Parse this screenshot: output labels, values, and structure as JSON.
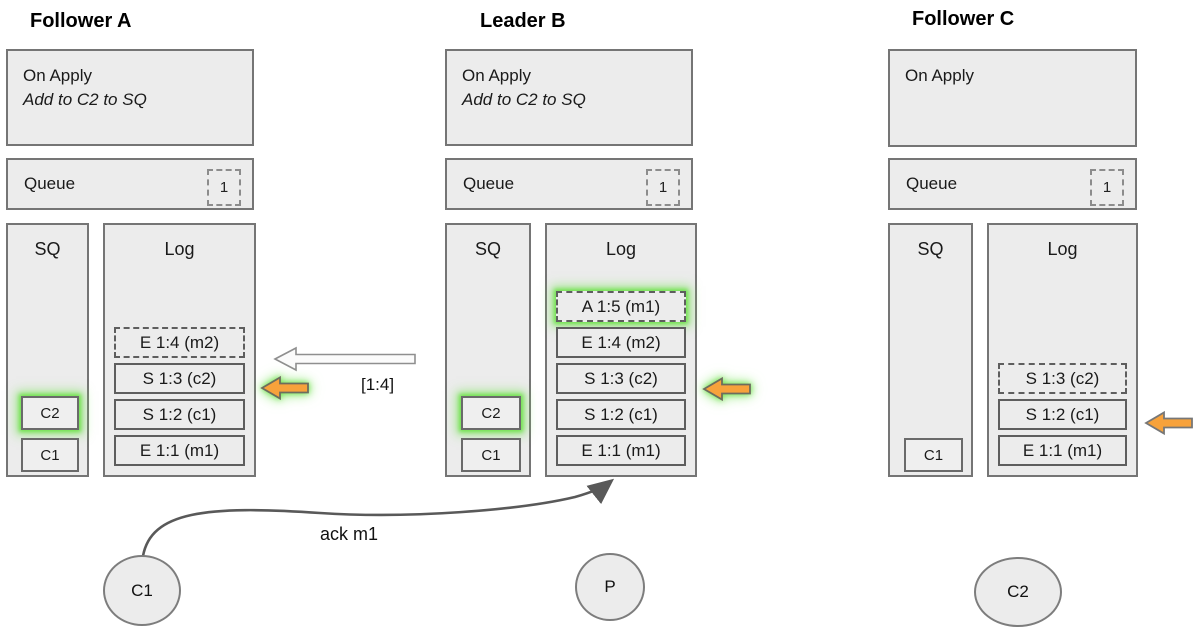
{
  "colors": {
    "box_fill": "#ececec",
    "box_border": "#757575",
    "entry_border": "#5e5e5e",
    "highlight_green": "#6ee24a",
    "arrow_orange": "#f7a23b",
    "arrow_outline": "#6d6d5d",
    "replicate_arrow_fill": "#fbfbfb",
    "ack_arrow_gray": "#595959"
  },
  "nodes": [
    {
      "title": "Follower A",
      "on_apply": {
        "line1": "On Apply",
        "line2": "Add to C2 to SQ"
      },
      "queue": {
        "label": "Queue",
        "count": "1"
      },
      "sq": {
        "label": "SQ",
        "items": [
          {
            "label": "C2",
            "highlight": true
          },
          {
            "label": "C1",
            "highlight": false
          }
        ]
      },
      "log": {
        "label": "Log",
        "entries": [
          {
            "text": "E 1:4 (m2)",
            "style": "dashed",
            "highlight": false
          },
          {
            "text": "S 1:3 (c2)",
            "style": "solid",
            "highlight": false
          },
          {
            "text": "S 1:2 (c1)",
            "style": "solid",
            "highlight": false
          },
          {
            "text": "E 1:1 (m1)",
            "style": "solid",
            "highlight": false
          }
        ]
      }
    },
    {
      "title": "Leader B",
      "on_apply": {
        "line1": "On Apply",
        "line2": "Add to C2 to SQ"
      },
      "queue": {
        "label": "Queue",
        "count": "1"
      },
      "sq": {
        "label": "SQ",
        "items": [
          {
            "label": "C2",
            "highlight": true
          },
          {
            "label": "C1",
            "highlight": false
          }
        ]
      },
      "log": {
        "label": "Log",
        "entries": [
          {
            "text": "A 1:5 (m1)",
            "style": "dashed",
            "highlight": true
          },
          {
            "text": "E 1:4 (m2)",
            "style": "solid",
            "highlight": false
          },
          {
            "text": "S 1:3 (c2)",
            "style": "solid",
            "highlight": false
          },
          {
            "text": "S 1:2 (c1)",
            "style": "solid",
            "highlight": false
          },
          {
            "text": "E 1:1 (m1)",
            "style": "solid",
            "highlight": false
          }
        ]
      }
    },
    {
      "title": "Follower C",
      "on_apply": {
        "line1": "On Apply"
      },
      "queue": {
        "label": "Queue",
        "count": "1"
      },
      "sq": {
        "label": "SQ",
        "items": [
          {
            "label": "C1",
            "highlight": false
          }
        ]
      },
      "log": {
        "label": "Log",
        "entries": [
          {
            "text": "S 1:3 (c2)",
            "style": "dashed",
            "highlight": false
          },
          {
            "text": "S 1:2 (c1)",
            "style": "solid",
            "highlight": false
          },
          {
            "text": "E 1:1 (m1)",
            "style": "solid",
            "highlight": false
          }
        ]
      }
    }
  ],
  "labels": {
    "replicate_range": "[1:4]",
    "ack": "ack m1"
  },
  "actors": [
    {
      "label": "C1"
    },
    {
      "label": "P"
    },
    {
      "label": "C2"
    }
  ]
}
